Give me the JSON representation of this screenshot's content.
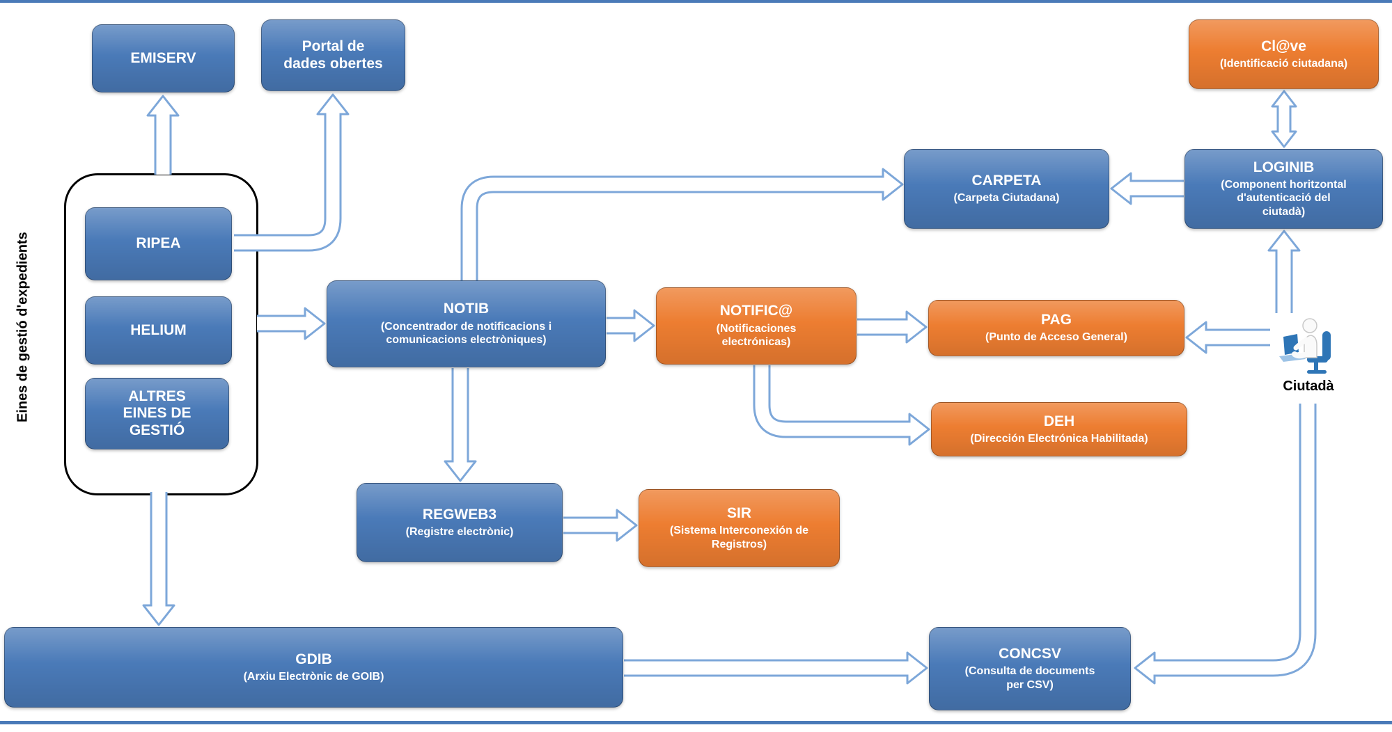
{
  "diagram": {
    "group_label": "Eines de gestió d'expedients",
    "citizen_label": "Ciutadà",
    "colors": {
      "blue": "#4a7ab8",
      "orange": "#ed7d31",
      "arrow": "#7da7d9"
    },
    "nodes": {
      "emiserv": {
        "title": "EMISERV"
      },
      "portal": {
        "title": "Portal de\ndades obertes"
      },
      "clave": {
        "title": "Cl@ve",
        "subtitle": "(Identificació ciutadana)"
      },
      "carpeta": {
        "title": "CARPETA",
        "subtitle": "(Carpeta Ciutadana)"
      },
      "loginib": {
        "title": "LOGINIB",
        "subtitle": "(Component horitzontal\nd'autenticació del\nciutadà)"
      },
      "ripea": {
        "title": "RIPEA"
      },
      "helium": {
        "title": "HELIUM"
      },
      "altres": {
        "title": "ALTRES\nEINES DE\nGESTIÓ"
      },
      "notib": {
        "title": "NOTIB",
        "subtitle": "(Concentrador de notificacions i\ncomunicacions electròniques)"
      },
      "notifica": {
        "title": "NOTIFIC@",
        "subtitle": "(Notificaciones\nelectrónicas)"
      },
      "pag": {
        "title": "PAG",
        "subtitle": "(Punto de Acceso General)"
      },
      "deh": {
        "title": "DEH",
        "subtitle": "(Dirección Electrónica Habilitada)"
      },
      "regweb3": {
        "title": "REGWEB3",
        "subtitle": "(Registre electrònic)"
      },
      "sir": {
        "title": "SIR",
        "subtitle": "(Sistema Interconexión de\nRegistros)"
      },
      "gdib": {
        "title": "GDIB",
        "subtitle": "(Arxiu Electrònic de GOIB)"
      },
      "concsv": {
        "title": "CONCSV",
        "subtitle": "(Consulta de documents\nper CSV)"
      }
    }
  }
}
